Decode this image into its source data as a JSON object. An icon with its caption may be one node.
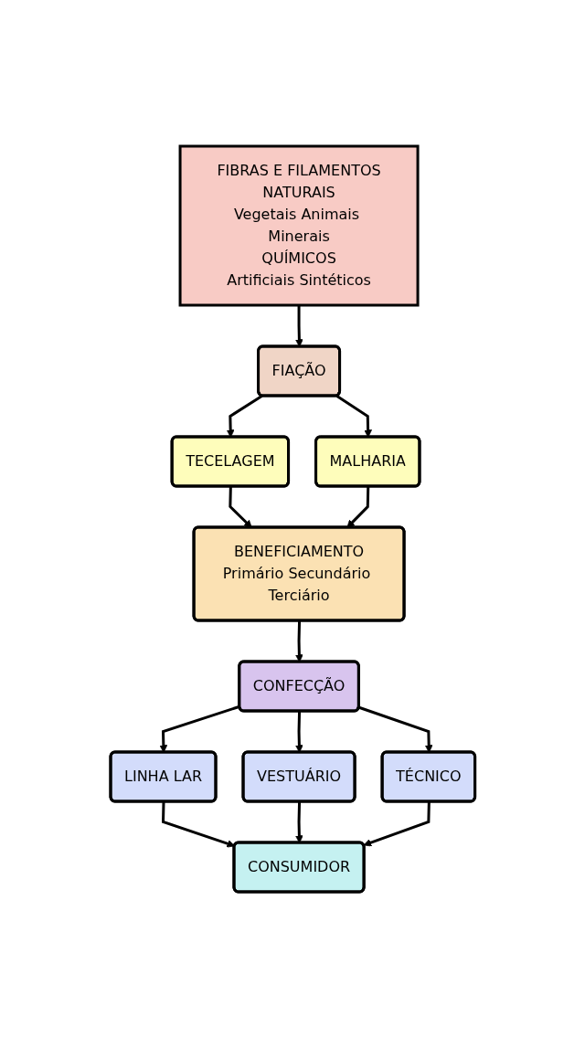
{
  "diagram": {
    "nodes": [
      {
        "text": [
          "FIBRAS E FILAMENTOS",
          "NATURAIS",
          "Vegetais Animais Minerais",
          "QUÍMICOS",
          "Artificiais Sintéticos"
        ]
      },
      {
        "text": [
          "FIAÇÃO"
        ]
      },
      {
        "text": [
          "TECELAGEM"
        ]
      },
      {
        "text": [
          "MALHARIA"
        ]
      },
      {
        "text": [
          "BENEFICIAMENTO",
          "Primário Secundário Terciário"
        ]
      },
      {
        "text": [
          "CONFECÇÃO"
        ]
      },
      {
        "text": [
          "LINHA LAR"
        ]
      },
      {
        "text": [
          "VESTUÁRIO"
        ]
      },
      {
        "text": [
          "TÉCNICO"
        ]
      },
      {
        "text": [
          "CONSUMIDOR"
        ]
      }
    ],
    "edges": [
      {
        "from": 0,
        "to": 1,
        "arrow": "to"
      },
      {
        "from": 1,
        "to": 2,
        "arrow": "to"
      },
      {
        "from": 1,
        "to": 3,
        "arrow": "to"
      },
      {
        "from": 2,
        "to": 4,
        "arrow": "to"
      },
      {
        "from": 3,
        "to": 4,
        "arrow": "to"
      },
      {
        "from": 4,
        "to": 5,
        "arrow": "to"
      },
      {
        "from": 5,
        "to": 6,
        "arrow": "to"
      },
      {
        "from": 5,
        "to": 7,
        "arrow": "to"
      },
      {
        "from": 5,
        "to": 8,
        "arrow": "to"
      },
      {
        "from": 6,
        "to": 9,
        "arrow": "to"
      },
      {
        "from": 7,
        "to": 9,
        "arrow": "to"
      },
      {
        "from": 8,
        "to": 9,
        "arrow": "to"
      }
    ]
  }
}
